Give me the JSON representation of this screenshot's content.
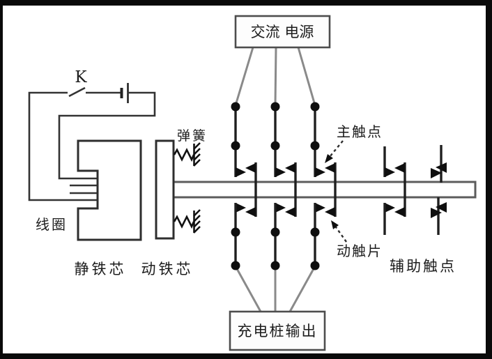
{
  "labels": {
    "ac_source": "交流 电源",
    "output": "充电桩输出",
    "switch": "K",
    "spring": "弹簧",
    "coil": "线圈",
    "static_core": "静铁芯",
    "moving_core": "动铁芯",
    "main_contact": "主触点",
    "moving_contact_piece": "动触片",
    "aux_contact": "辅助触点"
  },
  "colors": {
    "frame": "#0a0a0a",
    "background": "#ffffff",
    "line_dark": "#1f1f1f",
    "circuit_wire": "#333333",
    "gray_connector": "#8a8a8a",
    "box_border": "#4d4d4d",
    "bar_border": "#5c5c5c",
    "contact_fill": "#0f0f0f",
    "text": "#1c1c1c"
  }
}
